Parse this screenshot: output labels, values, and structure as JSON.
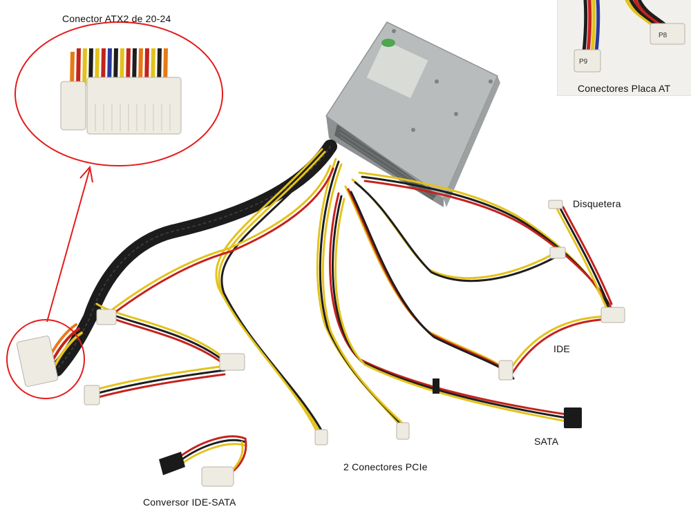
{
  "labels": {
    "atx": "Conector ATX2 de 20-24",
    "at": "Conectores Placa AT",
    "floppy": "Disquetera",
    "ide": "IDE",
    "sata": "SATA",
    "pcie": "2 Conectores PCIe",
    "converter": "Conversor IDE-SATA"
  },
  "inset": {
    "tag_left": "P9",
    "tag_right": "P8"
  },
  "colors": {
    "highlight": "#e41a1a",
    "psu_body": "#b9bcbc",
    "sleeve": "#1c1c1c",
    "wire_yellow": "#e3c21c",
    "wire_red": "#c4221c",
    "wire_black": "#1e1e1e",
    "connector": "#eeebe3"
  }
}
